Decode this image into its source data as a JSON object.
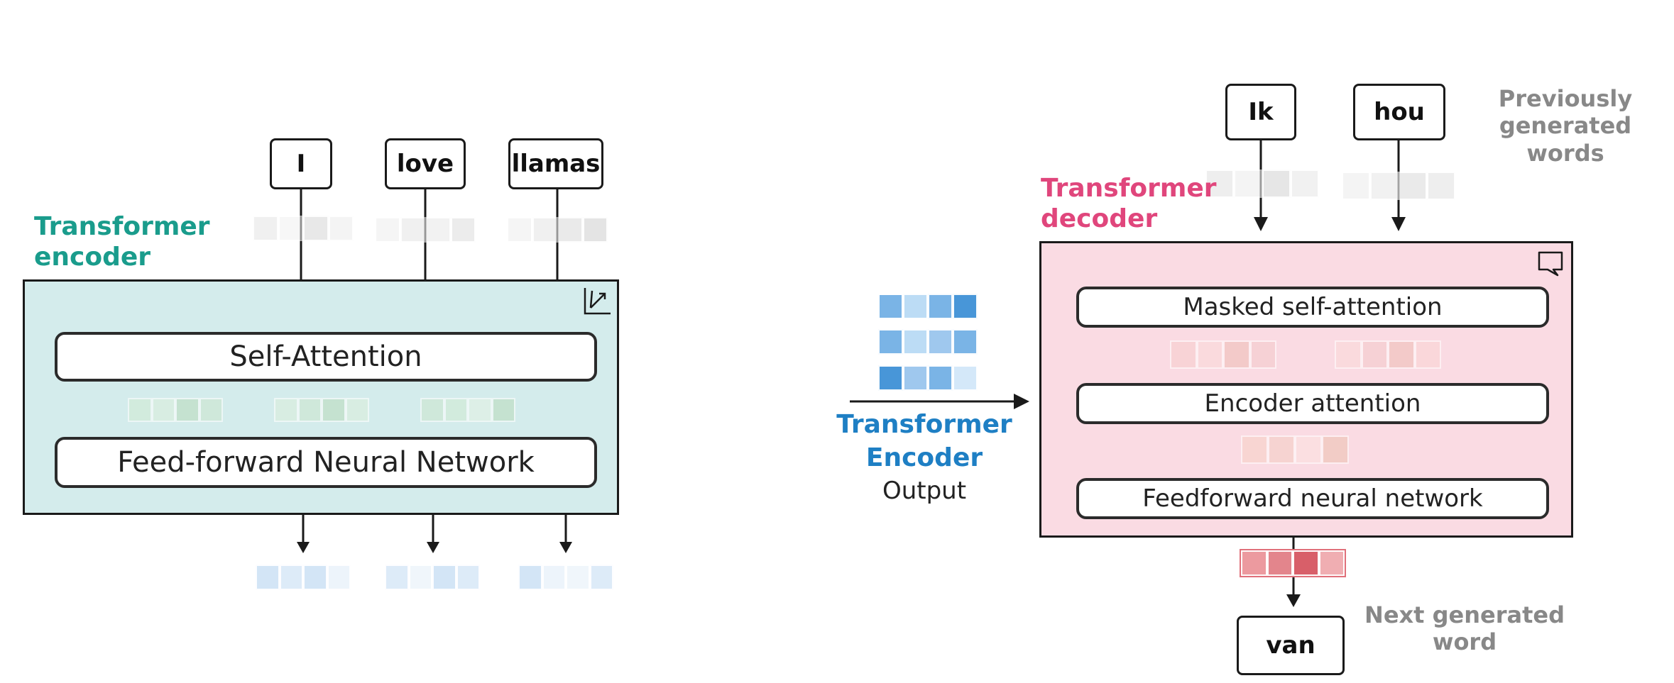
{
  "encoder": {
    "label_line1": "Transformer",
    "label_line2": "encoder",
    "inputs": [
      "I",
      "love",
      "llamas"
    ],
    "self_attention": "Self-Attention",
    "ffn": "Feed-forward Neural Network"
  },
  "encoder_output": {
    "line1": "Transformer",
    "line2": "Encoder",
    "line3": "Output"
  },
  "decoder": {
    "label_line1": "Transformer",
    "label_line2": "decoder",
    "inputs": [
      "Ik",
      "hou"
    ],
    "prev_line1": "Previously",
    "prev_line2": "generated words",
    "masked_attention": "Masked self-attention",
    "encoder_attention": "Encoder attention",
    "ffn": "Feedforward neural network",
    "output_word": "van",
    "next_line1": "Next generated",
    "next_line2": "word"
  },
  "colors": {
    "encoder_accent": "#1a9c8c",
    "encoder_bg": "#d4ecec",
    "decoder_accent": "#e0467c",
    "decoder_bg": "#fadbe3",
    "encoder_output_accent": "#1e7fc4",
    "gray_text": "#888888"
  }
}
